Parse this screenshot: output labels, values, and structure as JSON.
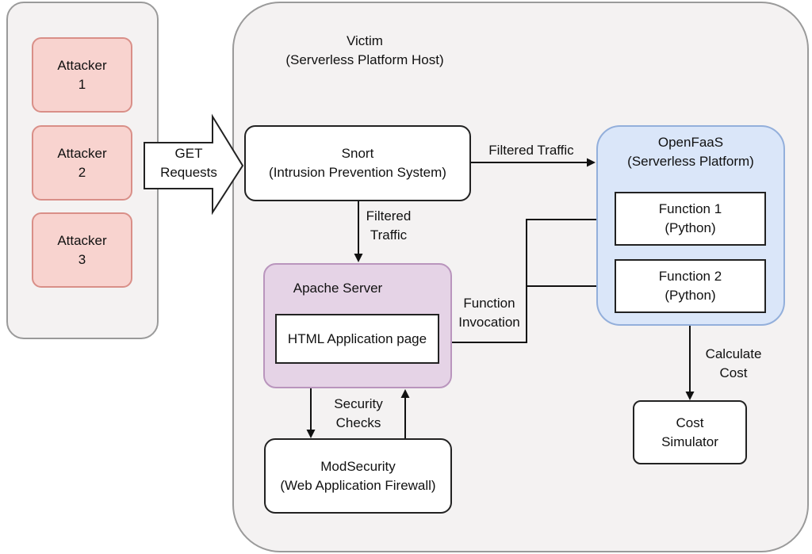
{
  "attackers": [
    {
      "line1": "Attacker",
      "line2": "1"
    },
    {
      "line1": "Attacker",
      "line2": "2"
    },
    {
      "line1": "Attacker",
      "line2": "3"
    }
  ],
  "get_requests": {
    "line1": "GET",
    "line2": "Requests"
  },
  "victim": {
    "line1": "Victim",
    "line2": "(Serverless Platform Host)"
  },
  "snort": {
    "line1": "Snort",
    "line2": "(Intrusion Prevention System)"
  },
  "openfaas": {
    "line1": "OpenFaaS",
    "line2": "(Serverless Platform)"
  },
  "functions": [
    {
      "line1": "Function 1",
      "line2": "(Python)"
    },
    {
      "line1": "Function 2",
      "line2": "(Python)"
    }
  ],
  "apache": {
    "title": "Apache Server",
    "page": "HTML Application page"
  },
  "modsecurity": {
    "line1": "ModSecurity",
    "line2": "(Web Application Firewall)"
  },
  "cost_simulator": {
    "line1": "Cost",
    "line2": "Simulator"
  },
  "edges": {
    "filtered_traffic_right": "Filtered Traffic",
    "filtered_traffic_down": {
      "line1": "Filtered",
      "line2": "Traffic"
    },
    "function_invocation": {
      "line1": "Function",
      "line2": "Invocation"
    },
    "security_checks": {
      "line1": "Security",
      "line2": "Checks"
    },
    "calculate_cost": {
      "line1": "Calculate",
      "line2": "Cost"
    }
  },
  "colors": {
    "attacker_fill": "#f8d3cf",
    "openfaas_fill": "#dae6f9",
    "apache_fill": "#e5d3e6",
    "group_fill": "#f4f2f2"
  }
}
